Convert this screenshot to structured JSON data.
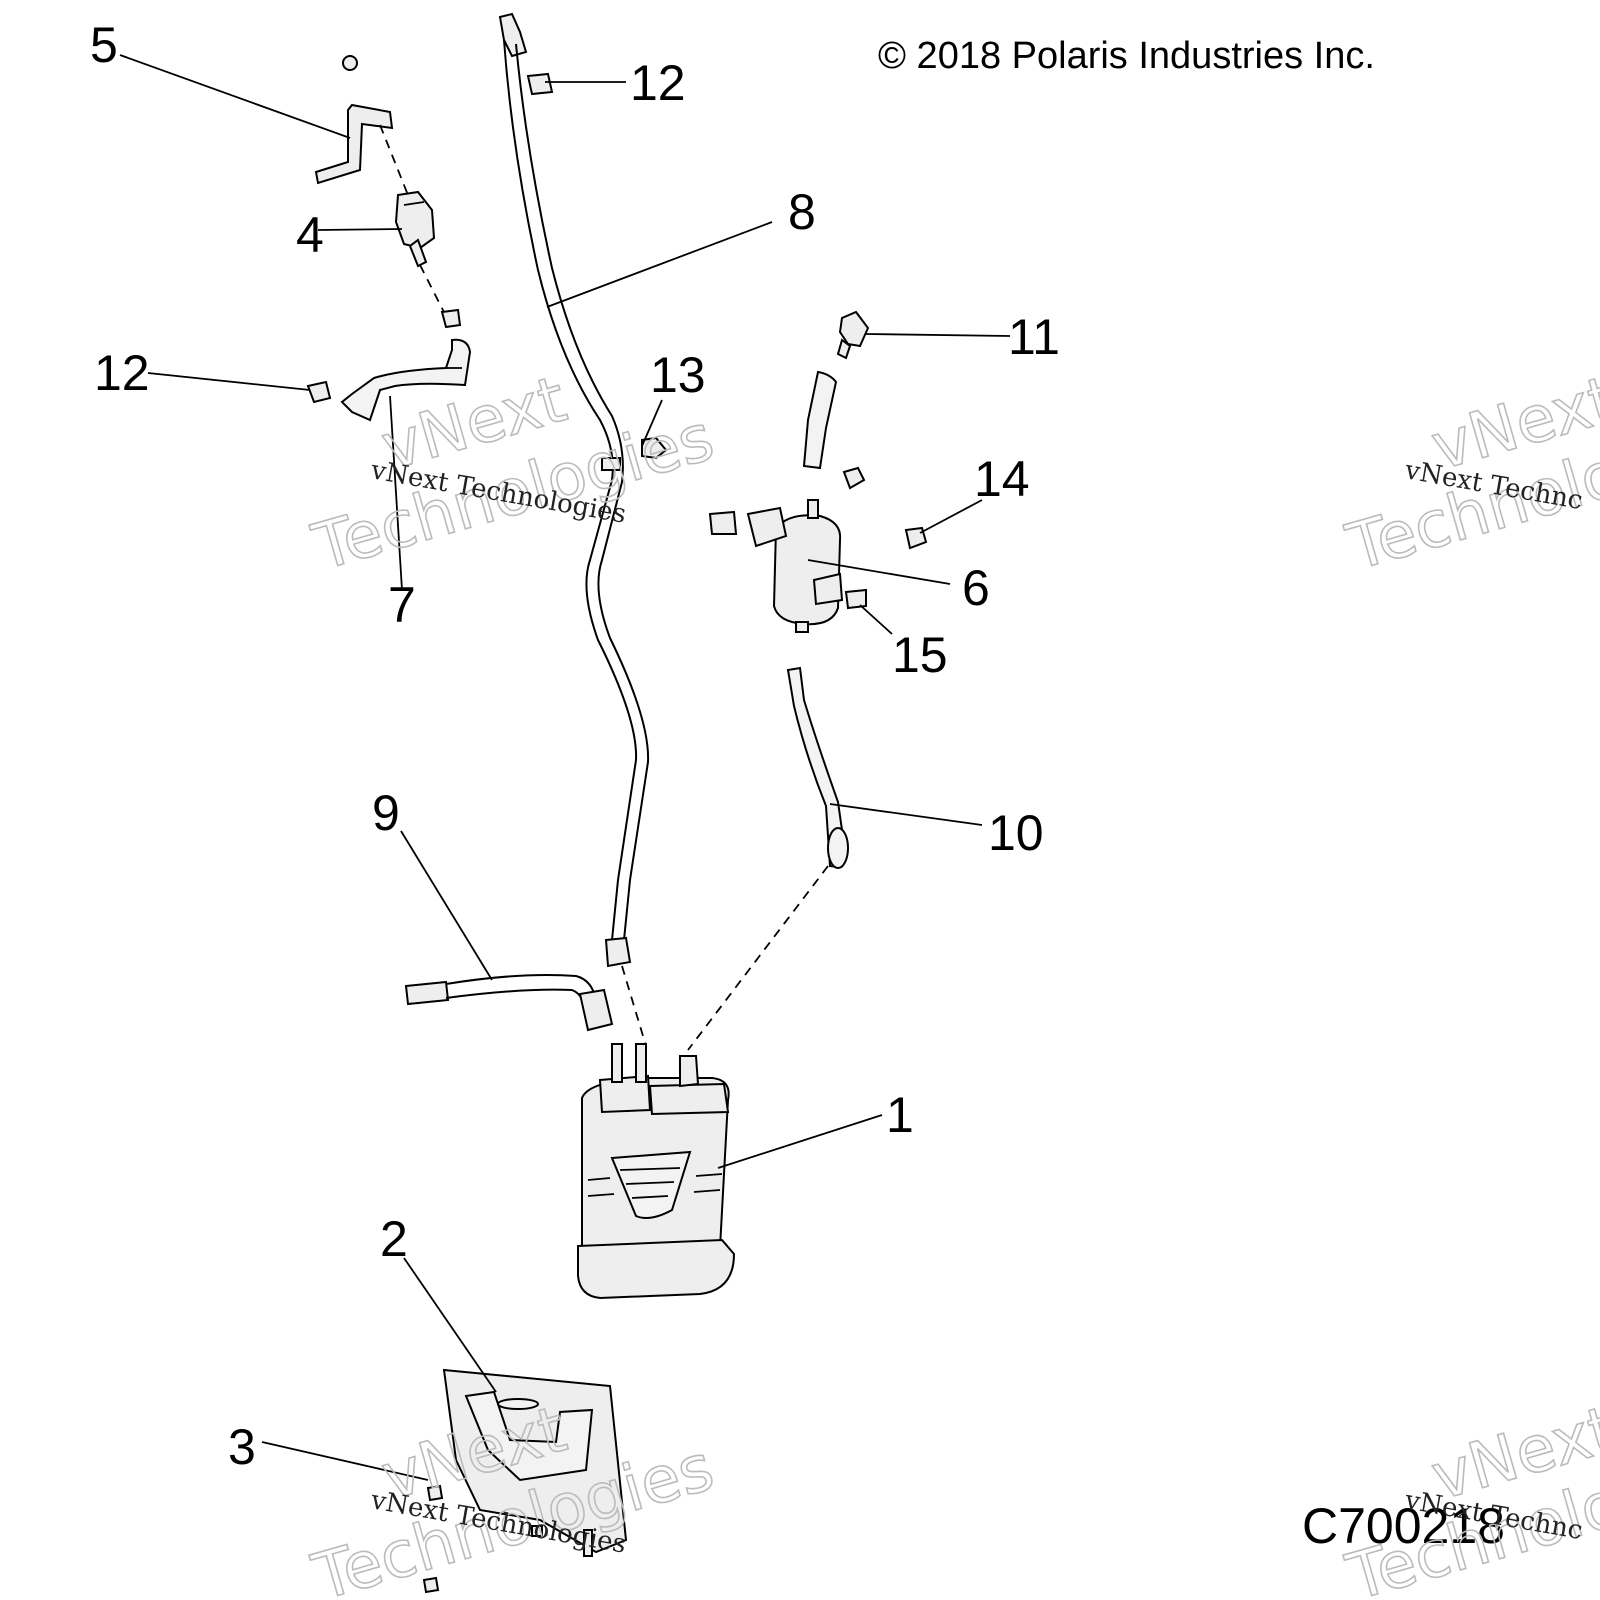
{
  "copyright": "© 2018 Polaris Industries Inc.",
  "diagram_code": "C700218",
  "watermark": {
    "line": "vNext Technologies",
    "big_1": "vNext",
    "big_2": "Technologies",
    "partial_line": "vNext Technc",
    "partial_big_1": "vNext",
    "partial_big_2": "Technolo"
  },
  "callouts": {
    "c1": "1",
    "c2": "2",
    "c3": "3",
    "c4": "4",
    "c5": "5",
    "c6": "6",
    "c7": "7",
    "c8": "8",
    "c9": "9",
    "c10": "10",
    "c11": "11",
    "c12a": "12",
    "c12b": "12",
    "c13": "13",
    "c14": "14",
    "c15": "15"
  }
}
